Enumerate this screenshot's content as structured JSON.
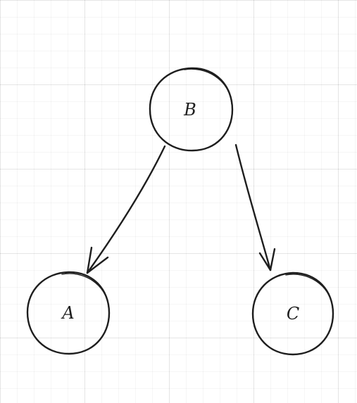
{
  "diagram": {
    "stroke_color": "#1e1e1e",
    "background_color": "#ffffff",
    "nodes": {
      "b": {
        "label": "B"
      },
      "a": {
        "label": "A"
      },
      "c": {
        "label": "C"
      }
    },
    "edges": [
      {
        "from": "B",
        "to": "A",
        "style": "arrow"
      },
      {
        "from": "B",
        "to": "C",
        "style": "arrow"
      }
    ]
  }
}
